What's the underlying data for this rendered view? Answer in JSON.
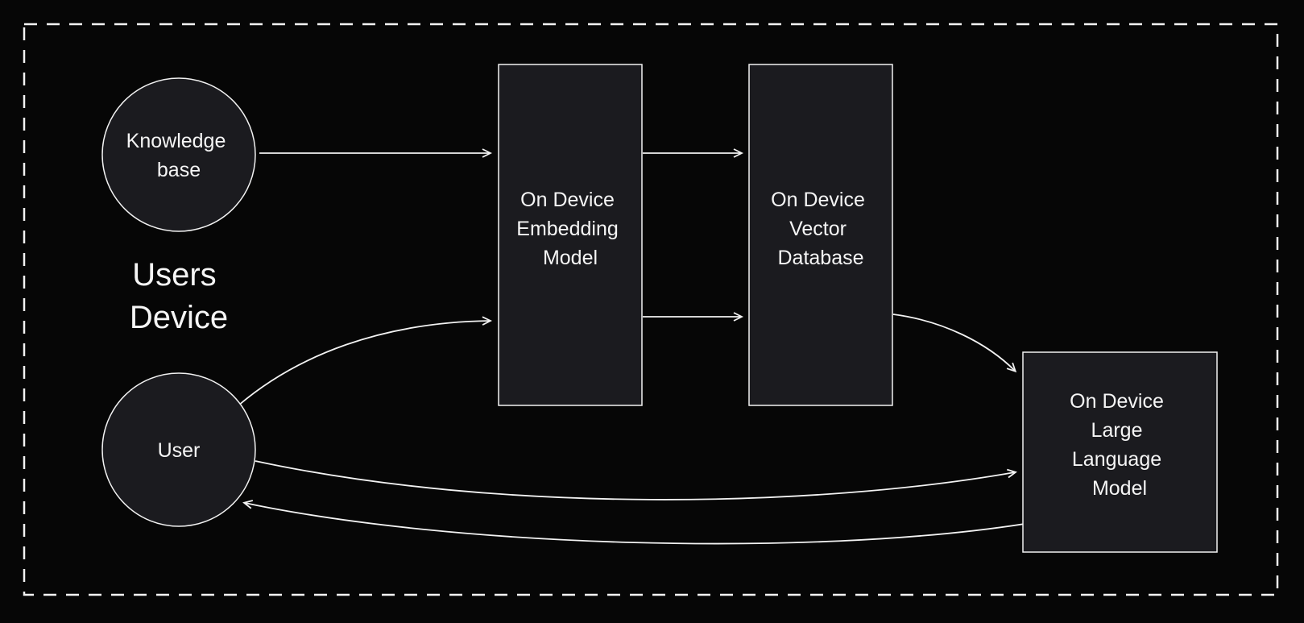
{
  "colors": {
    "background": "#060606",
    "node_fill": "#1b1b1f",
    "stroke": "#f2f2f2",
    "text": "#f5f5f5"
  },
  "boundary_label": {
    "lines": [
      "Users",
      "Device"
    ]
  },
  "nodes": {
    "knowledge_base": {
      "shape": "circle",
      "lines": [
        "Knowledge",
        "base"
      ]
    },
    "user": {
      "shape": "circle",
      "lines": [
        "User"
      ]
    },
    "embedding_model": {
      "shape": "rectangle",
      "lines": [
        "On Device",
        "Embedding",
        "Model"
      ]
    },
    "vector_database": {
      "shape": "rectangle",
      "lines": [
        "On Device",
        "Vector",
        "Database"
      ]
    },
    "large_language_model": {
      "shape": "rectangle",
      "lines": [
        "On Device",
        "Large",
        "Language",
        "Model"
      ]
    }
  },
  "edges": [
    {
      "from": "knowledge_base",
      "to": "embedding_model"
    },
    {
      "from": "embedding_model",
      "to": "vector_database",
      "position": "upper"
    },
    {
      "from": "embedding_model",
      "to": "vector_database",
      "position": "lower"
    },
    {
      "from": "user",
      "to": "embedding_model"
    },
    {
      "from": "vector_database",
      "to": "large_language_model"
    },
    {
      "from": "user",
      "to": "large_language_model"
    },
    {
      "from": "large_language_model",
      "to": "user"
    }
  ]
}
